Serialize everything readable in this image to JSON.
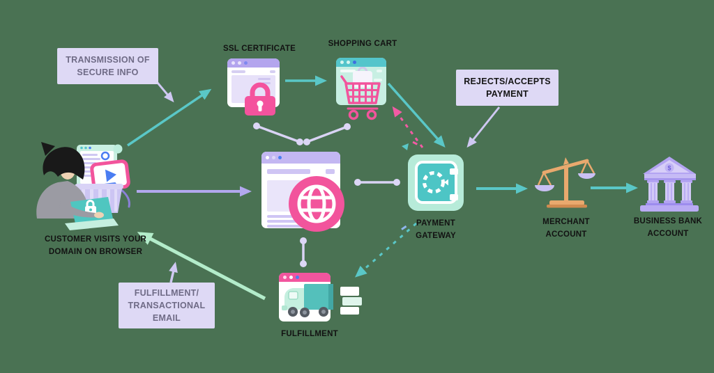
{
  "palette": {
    "background": "#4A7253",
    "teal": "#5AC7C7",
    "pink": "#F2549C",
    "lavender": "#C3B7F2",
    "lavender_box": "#DED9F5",
    "mint": "#B7EBD9",
    "mint_arrow": "#B3ECCA",
    "tan": "#E9A96E",
    "bank_purple": "#B3A4F2",
    "text_dark": "#141414",
    "text_purple": "#6F6B86"
  },
  "nodes": {
    "customer": {
      "label": "CUSTOMER VISITS YOUR DOMAIN ON BROWSER",
      "icon": "person-at-laptop-icon"
    },
    "ssl": {
      "label": "SSL CERTIFICATE",
      "icon": "browser-lock-icon"
    },
    "cart": {
      "label": "SHOPPING CART",
      "icon": "browser-shopping-cart-icon"
    },
    "website": {
      "icon": "browser-globe-icon"
    },
    "gateway": {
      "label": "PAYMENT GATEWAY",
      "icon": "safe-vault-icon"
    },
    "merchant": {
      "label": "MERCHANT ACCOUNT",
      "icon": "balance-scales-icon"
    },
    "bank": {
      "label": "BUSINESS BANK ACCOUNT",
      "symbol": "$",
      "icon": "bank-building-icon"
    },
    "fulfillment": {
      "label": "FULFILLMENT",
      "icon": "delivery-truck-icon"
    }
  },
  "callouts": {
    "transmission": {
      "text": "TRANSMISSION OF SECURE INFO"
    },
    "rejects": {
      "text": "REJECTS/ACCEPTS PAYMENT"
    },
    "fulfillment_email": {
      "text": "FULFILLMENT/ TRANSACTIONAL EMAIL"
    }
  }
}
